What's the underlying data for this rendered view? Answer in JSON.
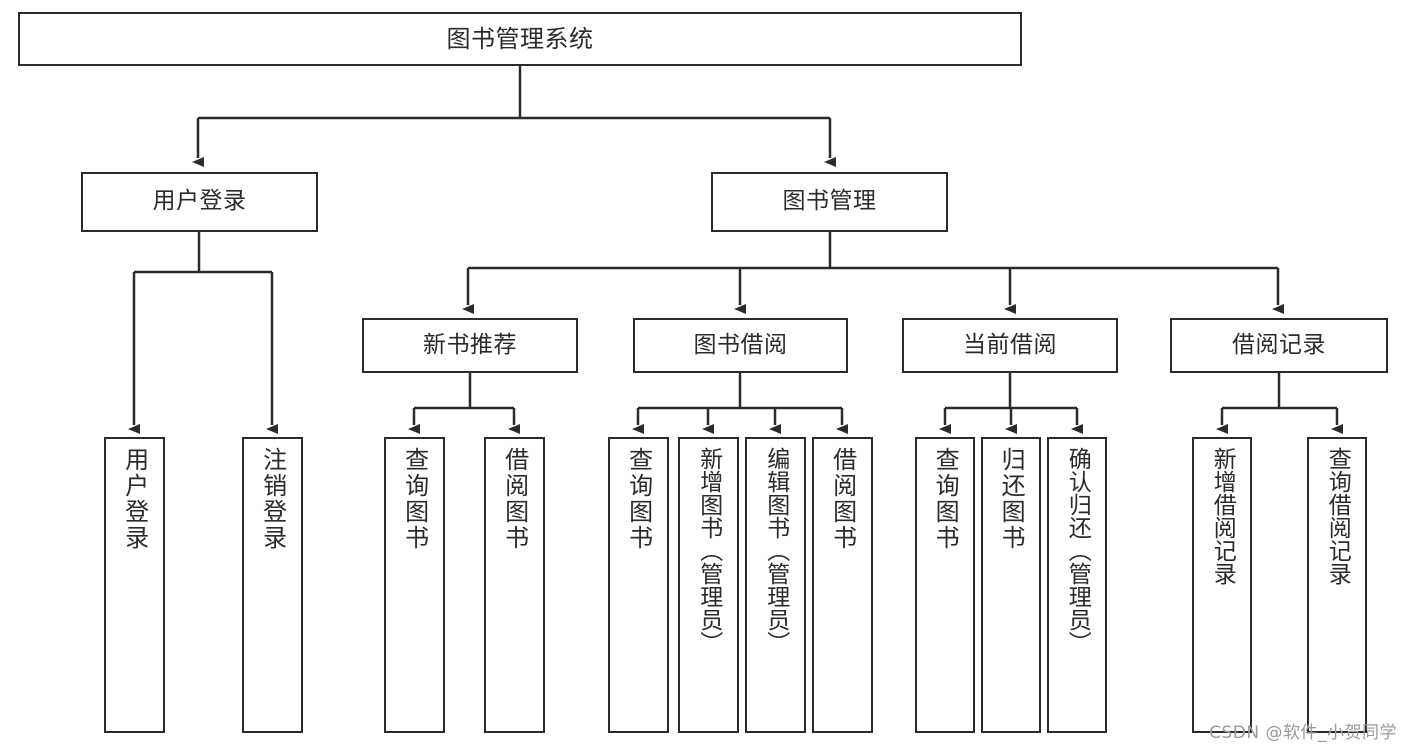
{
  "diagram": {
    "type": "tree",
    "title": "图书管理系统",
    "watermark": "CSDN @软件_小贺同学",
    "colors": {
      "box_border": "#2b2b2b",
      "box_fill": "#ffffff",
      "connector": "#2b2b2b",
      "text": "#2b2b2b",
      "watermark": "#9a9a9a",
      "background": "#ffffff"
    },
    "levels": {
      "root": {
        "label": "图书管理系统"
      },
      "level2": [
        {
          "label": "用户登录"
        },
        {
          "label": "图书管理"
        }
      ],
      "level3": [
        {
          "label": "新书推荐"
        },
        {
          "label": "图书借阅"
        },
        {
          "label": "当前借阅"
        },
        {
          "label": "借阅记录"
        }
      ],
      "leaves_user_login": [
        {
          "label": "用户登录"
        },
        {
          "label": "注销登录"
        }
      ],
      "leaves_new_book": [
        {
          "label": "查询图书"
        },
        {
          "label": "借阅图书"
        }
      ],
      "leaves_borrow": [
        {
          "label": "查询图书"
        },
        {
          "label": "新增图书（管理员）"
        },
        {
          "label": "编辑图书（管理员）"
        },
        {
          "label": "借阅图书"
        }
      ],
      "leaves_current": [
        {
          "label": "查询图书"
        },
        {
          "label": "归还图书"
        },
        {
          "label": "确认归还（管理员）"
        }
      ],
      "leaves_record": [
        {
          "label": "新增借阅记录"
        },
        {
          "label": "查询借阅记录"
        }
      ]
    }
  }
}
